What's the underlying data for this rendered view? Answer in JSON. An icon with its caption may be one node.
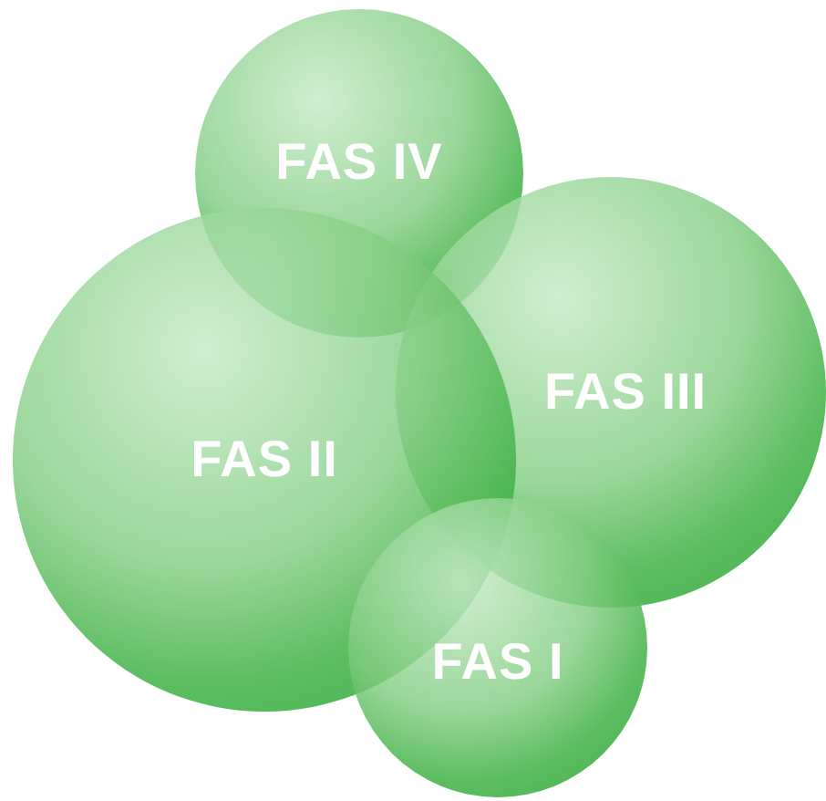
{
  "diagram": {
    "nodes": [
      {
        "text": [
          "FAS IV"
        ]
      },
      {
        "text": [
          "FAS III"
        ]
      },
      {
        "text": [
          "FAS II"
        ]
      },
      {
        "text": [
          "FAS I"
        ]
      }
    ]
  }
}
